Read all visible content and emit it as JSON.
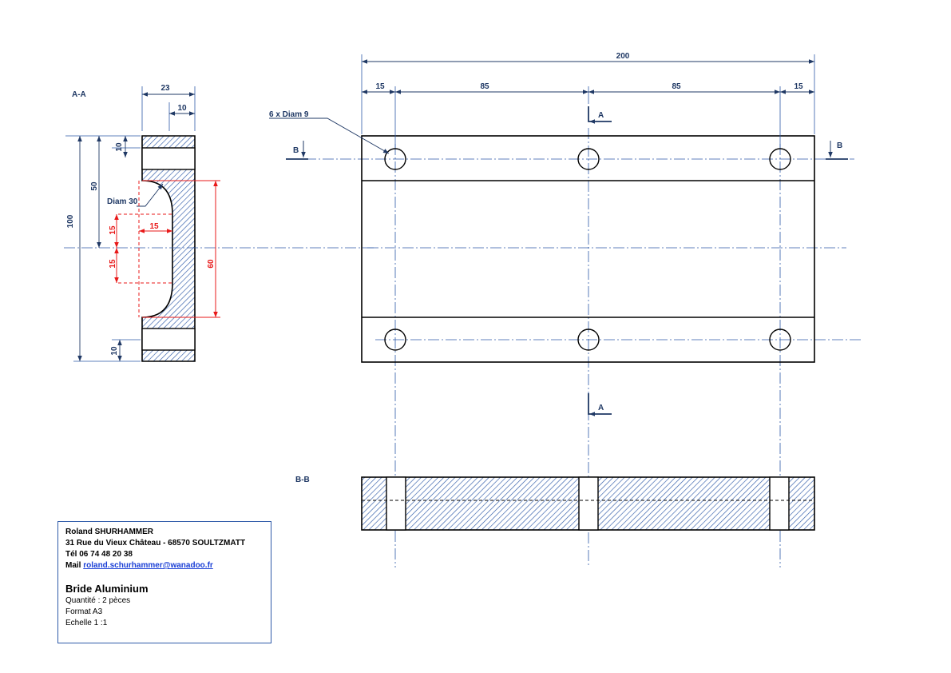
{
  "colors": {
    "outline": "#000000",
    "dimension": "#1f3864",
    "construction": "#e81919",
    "hatch": "#2e5aa8"
  },
  "section_aa": {
    "label": "A-A",
    "dims": {
      "width_total": "23",
      "width_inner": "10",
      "height_total": "100",
      "height_upper": "50",
      "slot_top": "10",
      "slot_bottom": "10",
      "radius_note": "Diam 30",
      "half_height_a": "15",
      "half_height_b": "15",
      "depth": "15",
      "groove_height": "60"
    }
  },
  "top_view": {
    "dims": {
      "overall": "200",
      "edge_left": "15",
      "pitch_left": "85",
      "pitch_right": "85",
      "edge_right": "15"
    },
    "hole_note": "6 x Diam  9",
    "cut_a": "A",
    "cut_a_bottom": "A",
    "cut_b_left": "B",
    "cut_b_right": "B"
  },
  "section_bb": {
    "label": "B-B"
  },
  "title_block": {
    "author": "Roland SHURHAMMER",
    "address": "31 Rue du Vieux Château - 68570  SOULTZMATT",
    "phone": "Tél 06 74 48 20 38",
    "mail_label": "Mail",
    "mail": "roland.schurhammer@wanadoo.fr",
    "part_name": "Bride Aluminium",
    "quantity": "Quantité : 2 pèces",
    "format": "Format A3",
    "scale": "Echelle 1 :1"
  }
}
